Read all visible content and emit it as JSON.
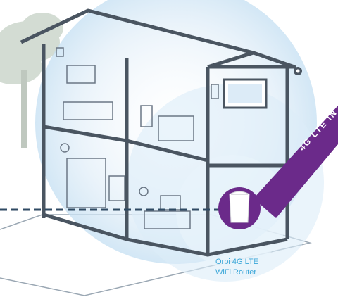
{
  "banner": {
    "text": "4G LTE IN",
    "color": "#6b2a8a"
  },
  "router": {
    "name_line1": "Orbi 4G LTE",
    "name_line2": "WiFi Router",
    "accent": "#6b2a8a",
    "caption_color": "#3aa6d8"
  },
  "colors": {
    "wall": "#4a5561",
    "coverage": "#cfe6f5",
    "tree": "#c9d3c9",
    "signal_line": "#2f4a63"
  }
}
